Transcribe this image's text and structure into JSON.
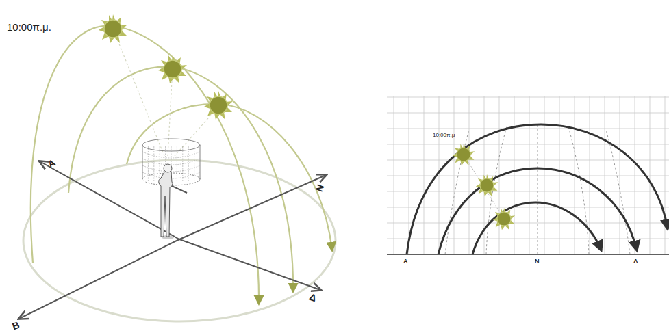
{
  "diagram": {
    "labels": [
      "10:00π.μ.",
      "A",
      "N",
      "Δ",
      "B",
      "10:00π.μ",
      "A",
      "N",
      "Δ"
    ]
  }
}
